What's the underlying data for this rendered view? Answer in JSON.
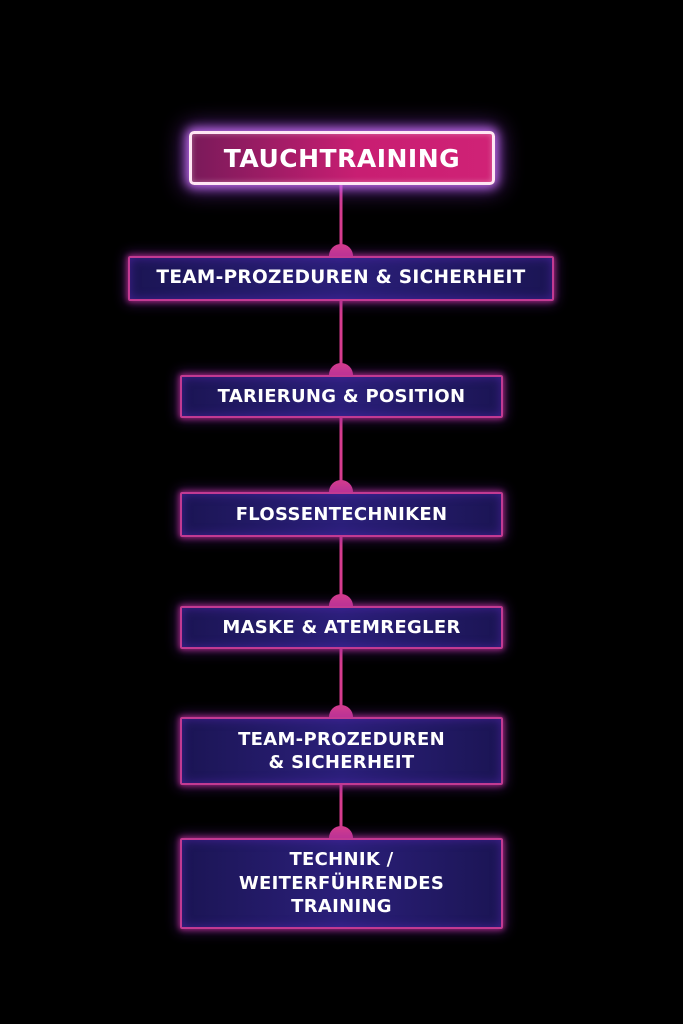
{
  "diagram": {
    "root": "TAUCHTRAINING",
    "steps": [
      "TEAM-PROZEDUREN & SICHERHEIT",
      "TARIERUNG & POSITION",
      "FLOSSENTECHNIKEN",
      "MASKE & ATEMREGLER",
      "TEAM-PROZEDUREN\n& SICHERHEIT",
      "TECHNIK /\nWEITERFÜHRENDES\nTRAINING"
    ],
    "colors": {
      "background": "#000000",
      "connector": "#d63c8e",
      "root_fill": "#c81e72",
      "step_fill": "#2b1f7a",
      "step_border": "#c23a92"
    }
  }
}
